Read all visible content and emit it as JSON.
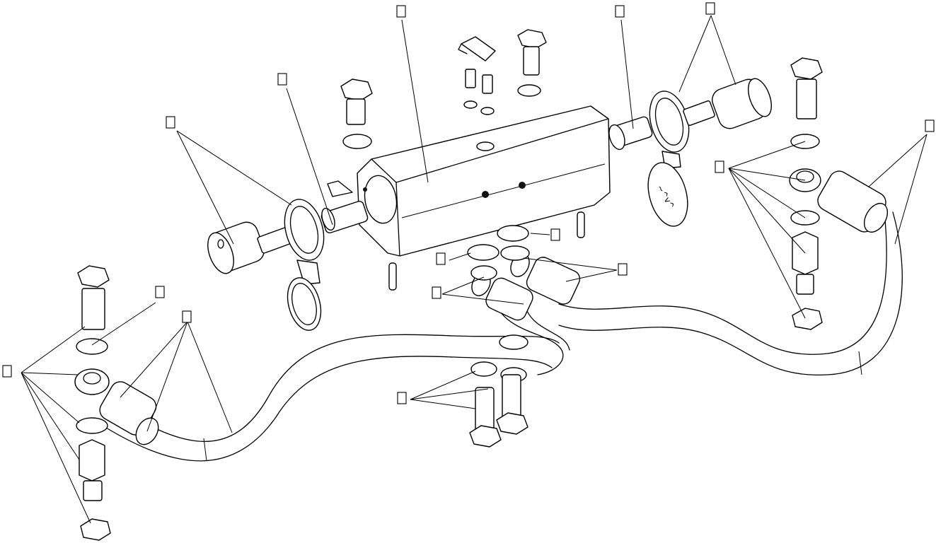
{
  "diagram": {
    "callout_labels": [
      "",
      "",
      "",
      "",
      "",
      "",
      "",
      "",
      "",
      "",
      "",
      "",
      "",
      "",
      "",
      "",
      "",
      "",
      "",
      ""
    ],
    "callouts": [
      {
        "id": "c-body"
      },
      {
        "id": "c-bypass-valve-top"
      },
      {
        "id": "c-cap-right"
      },
      {
        "id": "c-plug-right"
      },
      {
        "id": "c-plug-left"
      },
      {
        "id": "c-cap-left"
      },
      {
        "id": "c-hose-right"
      },
      {
        "id": "c-fittings-right"
      },
      {
        "id": "c-washer-center-a"
      },
      {
        "id": "c-washer-center-b"
      },
      {
        "id": "c-hose-center-right"
      },
      {
        "id": "c-hose-center-left"
      },
      {
        "id": "c-washer-left"
      },
      {
        "id": "c-hose-left"
      },
      {
        "id": "c-fittings-left"
      },
      {
        "id": "c-bolts-bottom"
      }
    ]
  }
}
